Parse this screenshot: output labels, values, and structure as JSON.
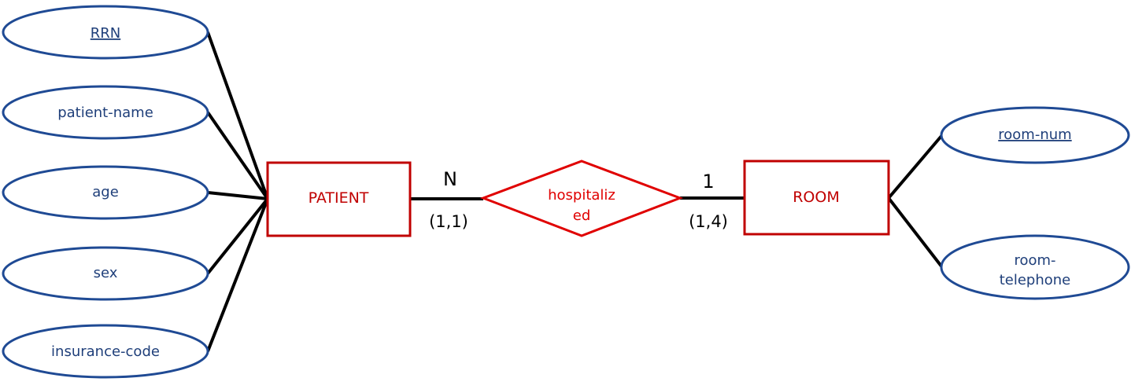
{
  "entities": {
    "patient": {
      "label": "PATIENT"
    },
    "room": {
      "label": "ROOM"
    }
  },
  "relationship": {
    "label_line1": "hospitaliz",
    "label_line2": "ed"
  },
  "patient_attributes": [
    {
      "label": "RRN",
      "key": true
    },
    {
      "label": "patient-name",
      "key": false
    },
    {
      "label": "age",
      "key": false
    },
    {
      "label": "sex",
      "key": false
    },
    {
      "label": "insurance-code",
      "key": false
    }
  ],
  "room_attributes": [
    {
      "label_line1": "room-num",
      "label_line2": "",
      "key": true
    },
    {
      "label_line1": "room-",
      "label_line2": "telephone",
      "key": false
    }
  ],
  "cardinality": {
    "patient_side": "N",
    "patient_range": "(1,1)",
    "room_side": "1",
    "room_range": "(1,4)"
  },
  "colors": {
    "attribute_stroke": "#1f4a94",
    "attribute_text": "#1f3f7a",
    "entity": "#c00000",
    "relationship": "#e00000",
    "line": "#000000"
  }
}
